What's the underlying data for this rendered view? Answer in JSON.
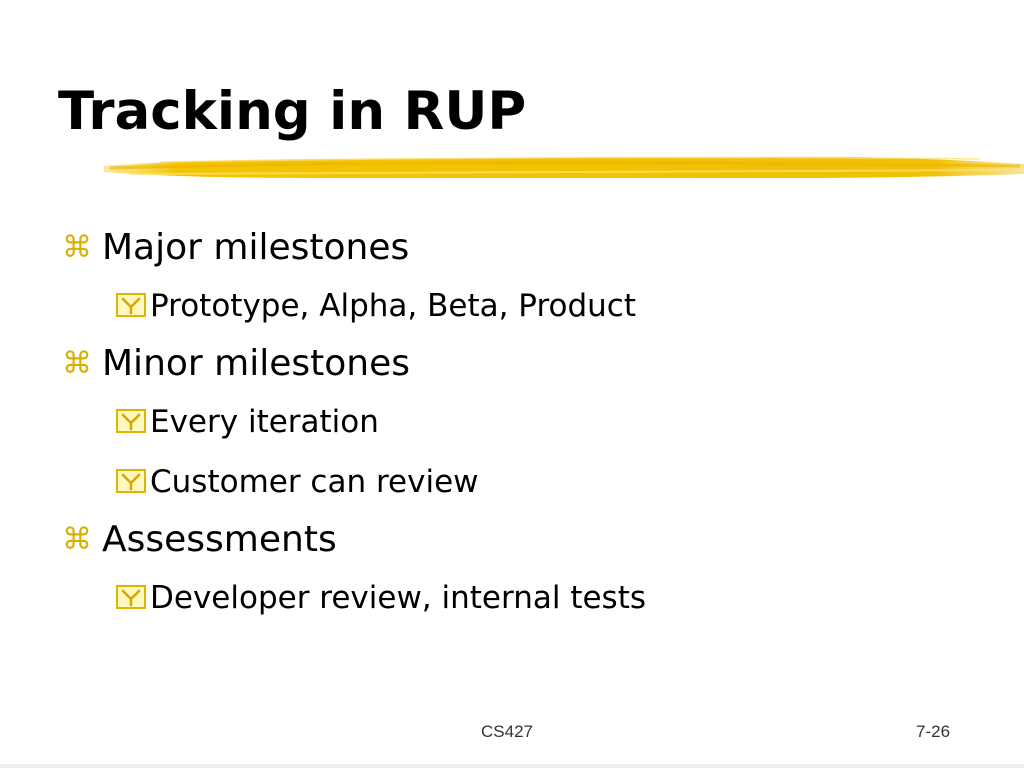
{
  "slide": {
    "title": "Tracking in RUP",
    "accent_color": "#f2c200",
    "bullets": [
      {
        "text": "Major milestones",
        "icon": "command-icon",
        "sub": [
          {
            "text": "Prototype, Alpha, Beta, Product",
            "icon": "checkbox-y-icon"
          }
        ]
      },
      {
        "text": "Minor milestones",
        "icon": "command-icon",
        "sub": [
          {
            "text": "Every iteration",
            "icon": "checkbox-y-icon"
          },
          {
            "text": "Customer can review",
            "icon": "checkbox-y-icon"
          }
        ]
      },
      {
        "text": "Assessments",
        "icon": "command-icon",
        "sub": [
          {
            "text": "Developer review, internal tests",
            "icon": "checkbox-y-icon"
          }
        ]
      }
    ],
    "footer": {
      "course": "CS427",
      "page": "7-26"
    }
  }
}
